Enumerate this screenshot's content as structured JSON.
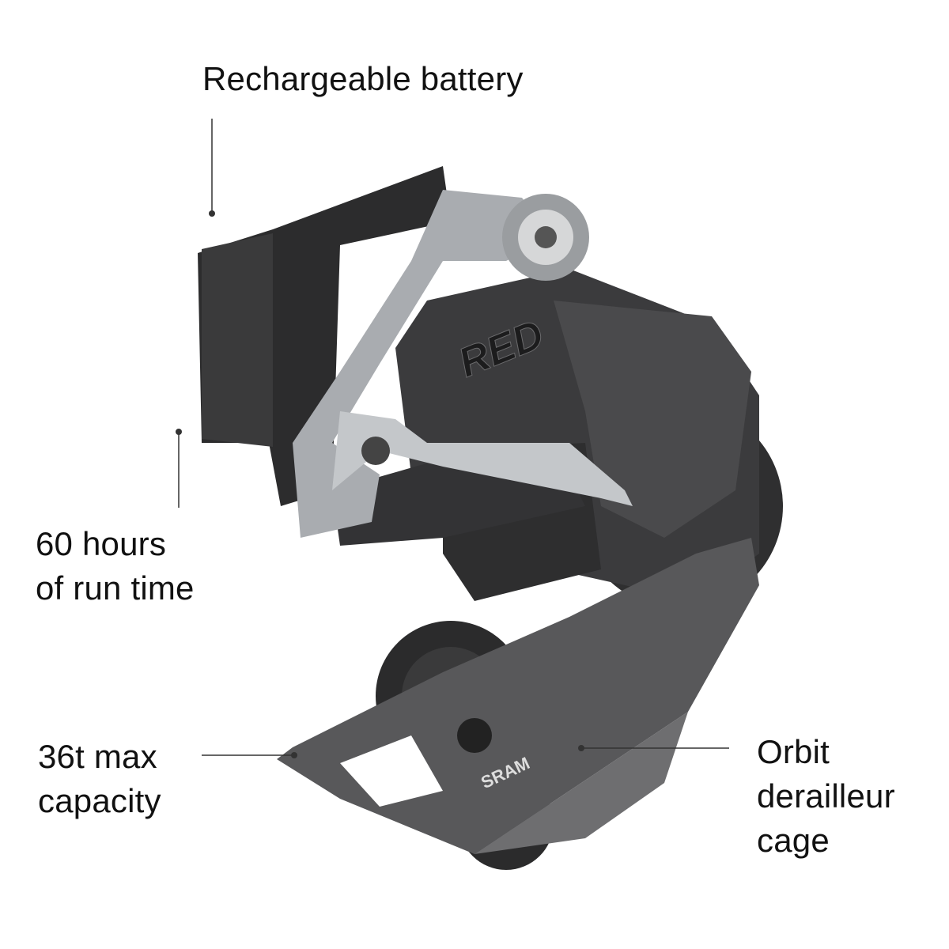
{
  "callouts": {
    "battery": {
      "lines": [
        "Rechargeable battery"
      ]
    },
    "runtime": {
      "lines": [
        "60 hours",
        "of run time"
      ]
    },
    "capacity": {
      "lines": [
        "36t max",
        "capacity"
      ]
    },
    "cage": {
      "lines": [
        "Orbit",
        "derailleur",
        "cage"
      ]
    }
  },
  "product": {
    "brand_mark": "SRAM",
    "model_mark": "RED"
  },
  "colors": {
    "line": "#333333",
    "body": "#3a3a3c",
    "dark": "#2a2a2b",
    "silver": "#b9bcc0",
    "cage": "#5a5a5a"
  }
}
